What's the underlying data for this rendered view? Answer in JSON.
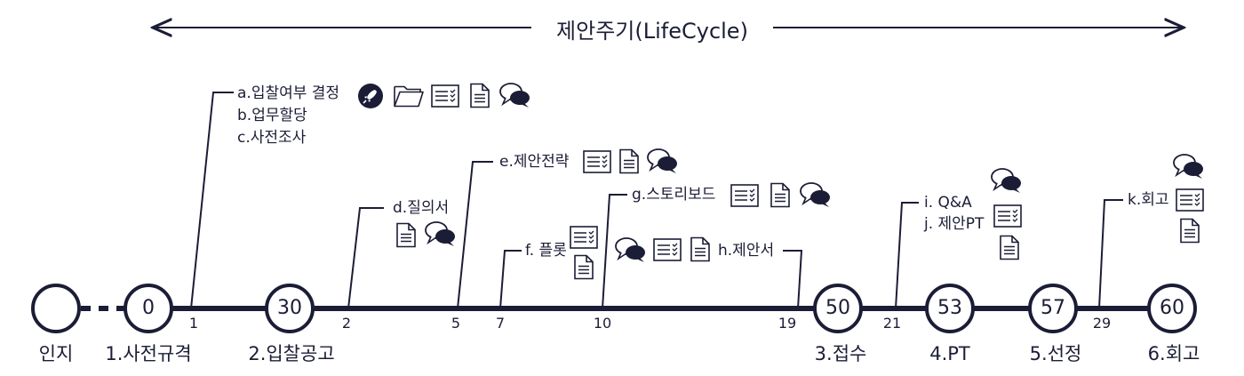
{
  "title": "제안주기(LifeCycle)",
  "colors": {
    "line": "#1b1d36",
    "fill": "#ffffff"
  },
  "milestones": [
    {
      "num": "",
      "name": "인지"
    },
    {
      "num": "0",
      "name": "1.사전규격"
    },
    {
      "num": "30",
      "name": "2.입찰공고"
    },
    {
      "num": "50",
      "name": "3.접수"
    },
    {
      "num": "53",
      "name": "4.PT"
    },
    {
      "num": "57",
      "name": "5.선정"
    },
    {
      "num": "60",
      "name": "6.회고"
    }
  ],
  "days": [
    "1",
    "2",
    "5",
    "7",
    "10",
    "19",
    "21",
    "29"
  ],
  "tasks": {
    "a": "a.입찰여부 결정",
    "b": "b.업무할당",
    "c": "c.사전조사",
    "d": "d.질의서",
    "e": "e.제안전략",
    "f": "f. 플롯",
    "g": "g.스토리보드",
    "h": "h.제안서",
    "i": "i.  Q&A",
    "j": "j.  제안PT",
    "k": "k.회고"
  },
  "icons": [
    "rocket-icon",
    "folder-icon",
    "checklist-icon",
    "document-icon",
    "chat-icon"
  ]
}
